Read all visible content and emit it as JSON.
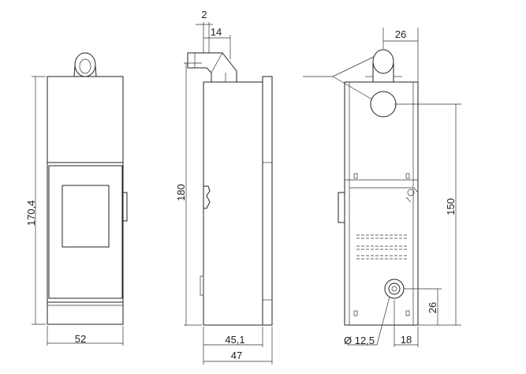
{
  "front_view": {
    "height_label": "170,4",
    "width_label": "52"
  },
  "side_view": {
    "top_offset_label": "2",
    "pipe_offset_label": "14",
    "height_label": "180",
    "depth_inner_label": "45,1",
    "depth_outer_label": "47"
  },
  "rear_view": {
    "flue_offset_label": "26",
    "flue_height_label": "150",
    "air_inlet_height_label": "26",
    "air_inlet_diameter_label": "Ø 12,5",
    "air_inlet_offset_label": "18"
  }
}
